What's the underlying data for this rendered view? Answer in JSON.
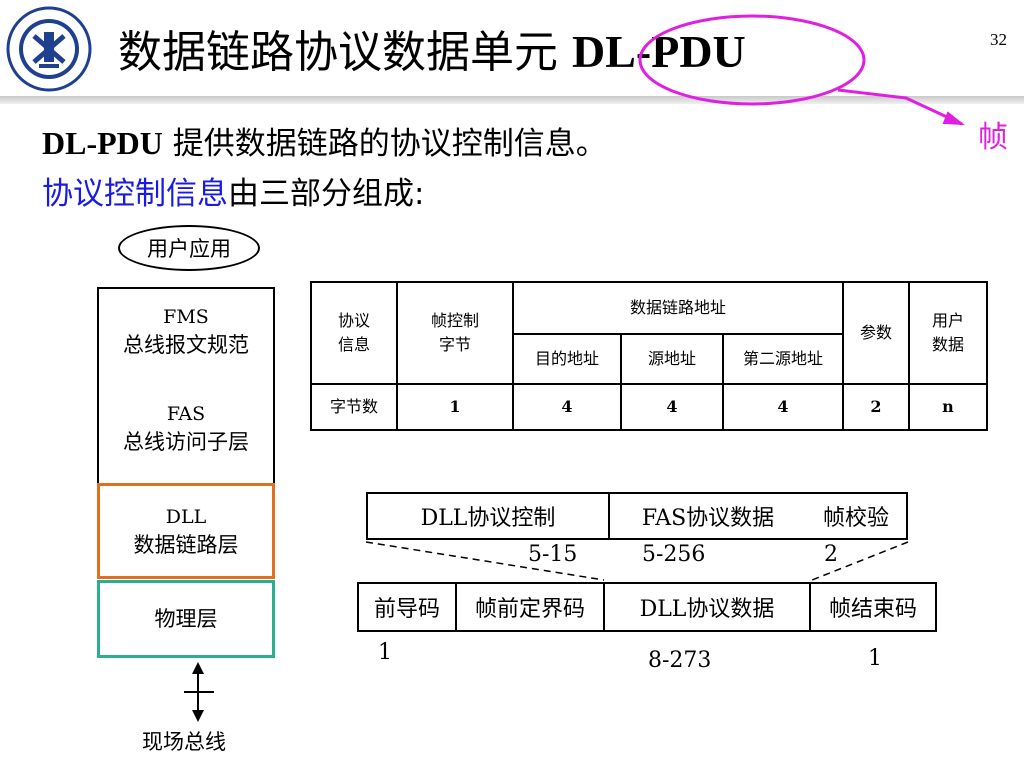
{
  "header": {
    "title_zh": "数据链路协议数据单元",
    "title_en": "DL-PDU",
    "page_number": "32",
    "annotation": "帧"
  },
  "body": {
    "line1_en": "DL-PDU",
    "line1_zh": "提供数据链路的协议控制信息。",
    "line2_blue": "协议控制信息",
    "line2_rest": "由三部分组成:"
  },
  "stack": {
    "user_app": "用户应用",
    "fms_1": "FMS",
    "fms_2": "总线报文规范",
    "fas_1": "FAS",
    "fas_2": "总线访问子层",
    "dll_1": "DLL",
    "dll_2": "数据链路层",
    "phy": "物理层",
    "fieldbus": "现场总线"
  },
  "table": {
    "h_protocol": [
      "协议",
      "信息"
    ],
    "h_frame_ctrl": [
      "帧控制",
      "字节"
    ],
    "h_dl_addr": "数据链路地址",
    "h_params": "参数",
    "h_user": [
      "用户",
      "数据"
    ],
    "sub_dest": "目的地址",
    "sub_src": "源地址",
    "sub_src2": "第二源地址",
    "row_label": "字节数",
    "values": [
      "1",
      "4",
      "4",
      "4",
      "2",
      "n"
    ]
  },
  "frame": {
    "top": {
      "dll_ctrl": "DLL协议控制",
      "fas_data": "FAS协议数据",
      "fcs": "帧校验",
      "n_ctrl": "5-15",
      "n_data": "5-256",
      "n_fcs": "2"
    },
    "bottom": {
      "preamble": "前导码",
      "start_delim": "帧前定界码",
      "dll_data": "DLL协议数据",
      "end_delim": "帧结束码",
      "n_pre": "1",
      "n_data": "8-273",
      "n_end": "1"
    }
  },
  "colors": {
    "title_ellipse": "#e020e0",
    "blue_text": "#1a1ae6",
    "dll_border": "#e07020",
    "phy_border": "#2ab090"
  }
}
